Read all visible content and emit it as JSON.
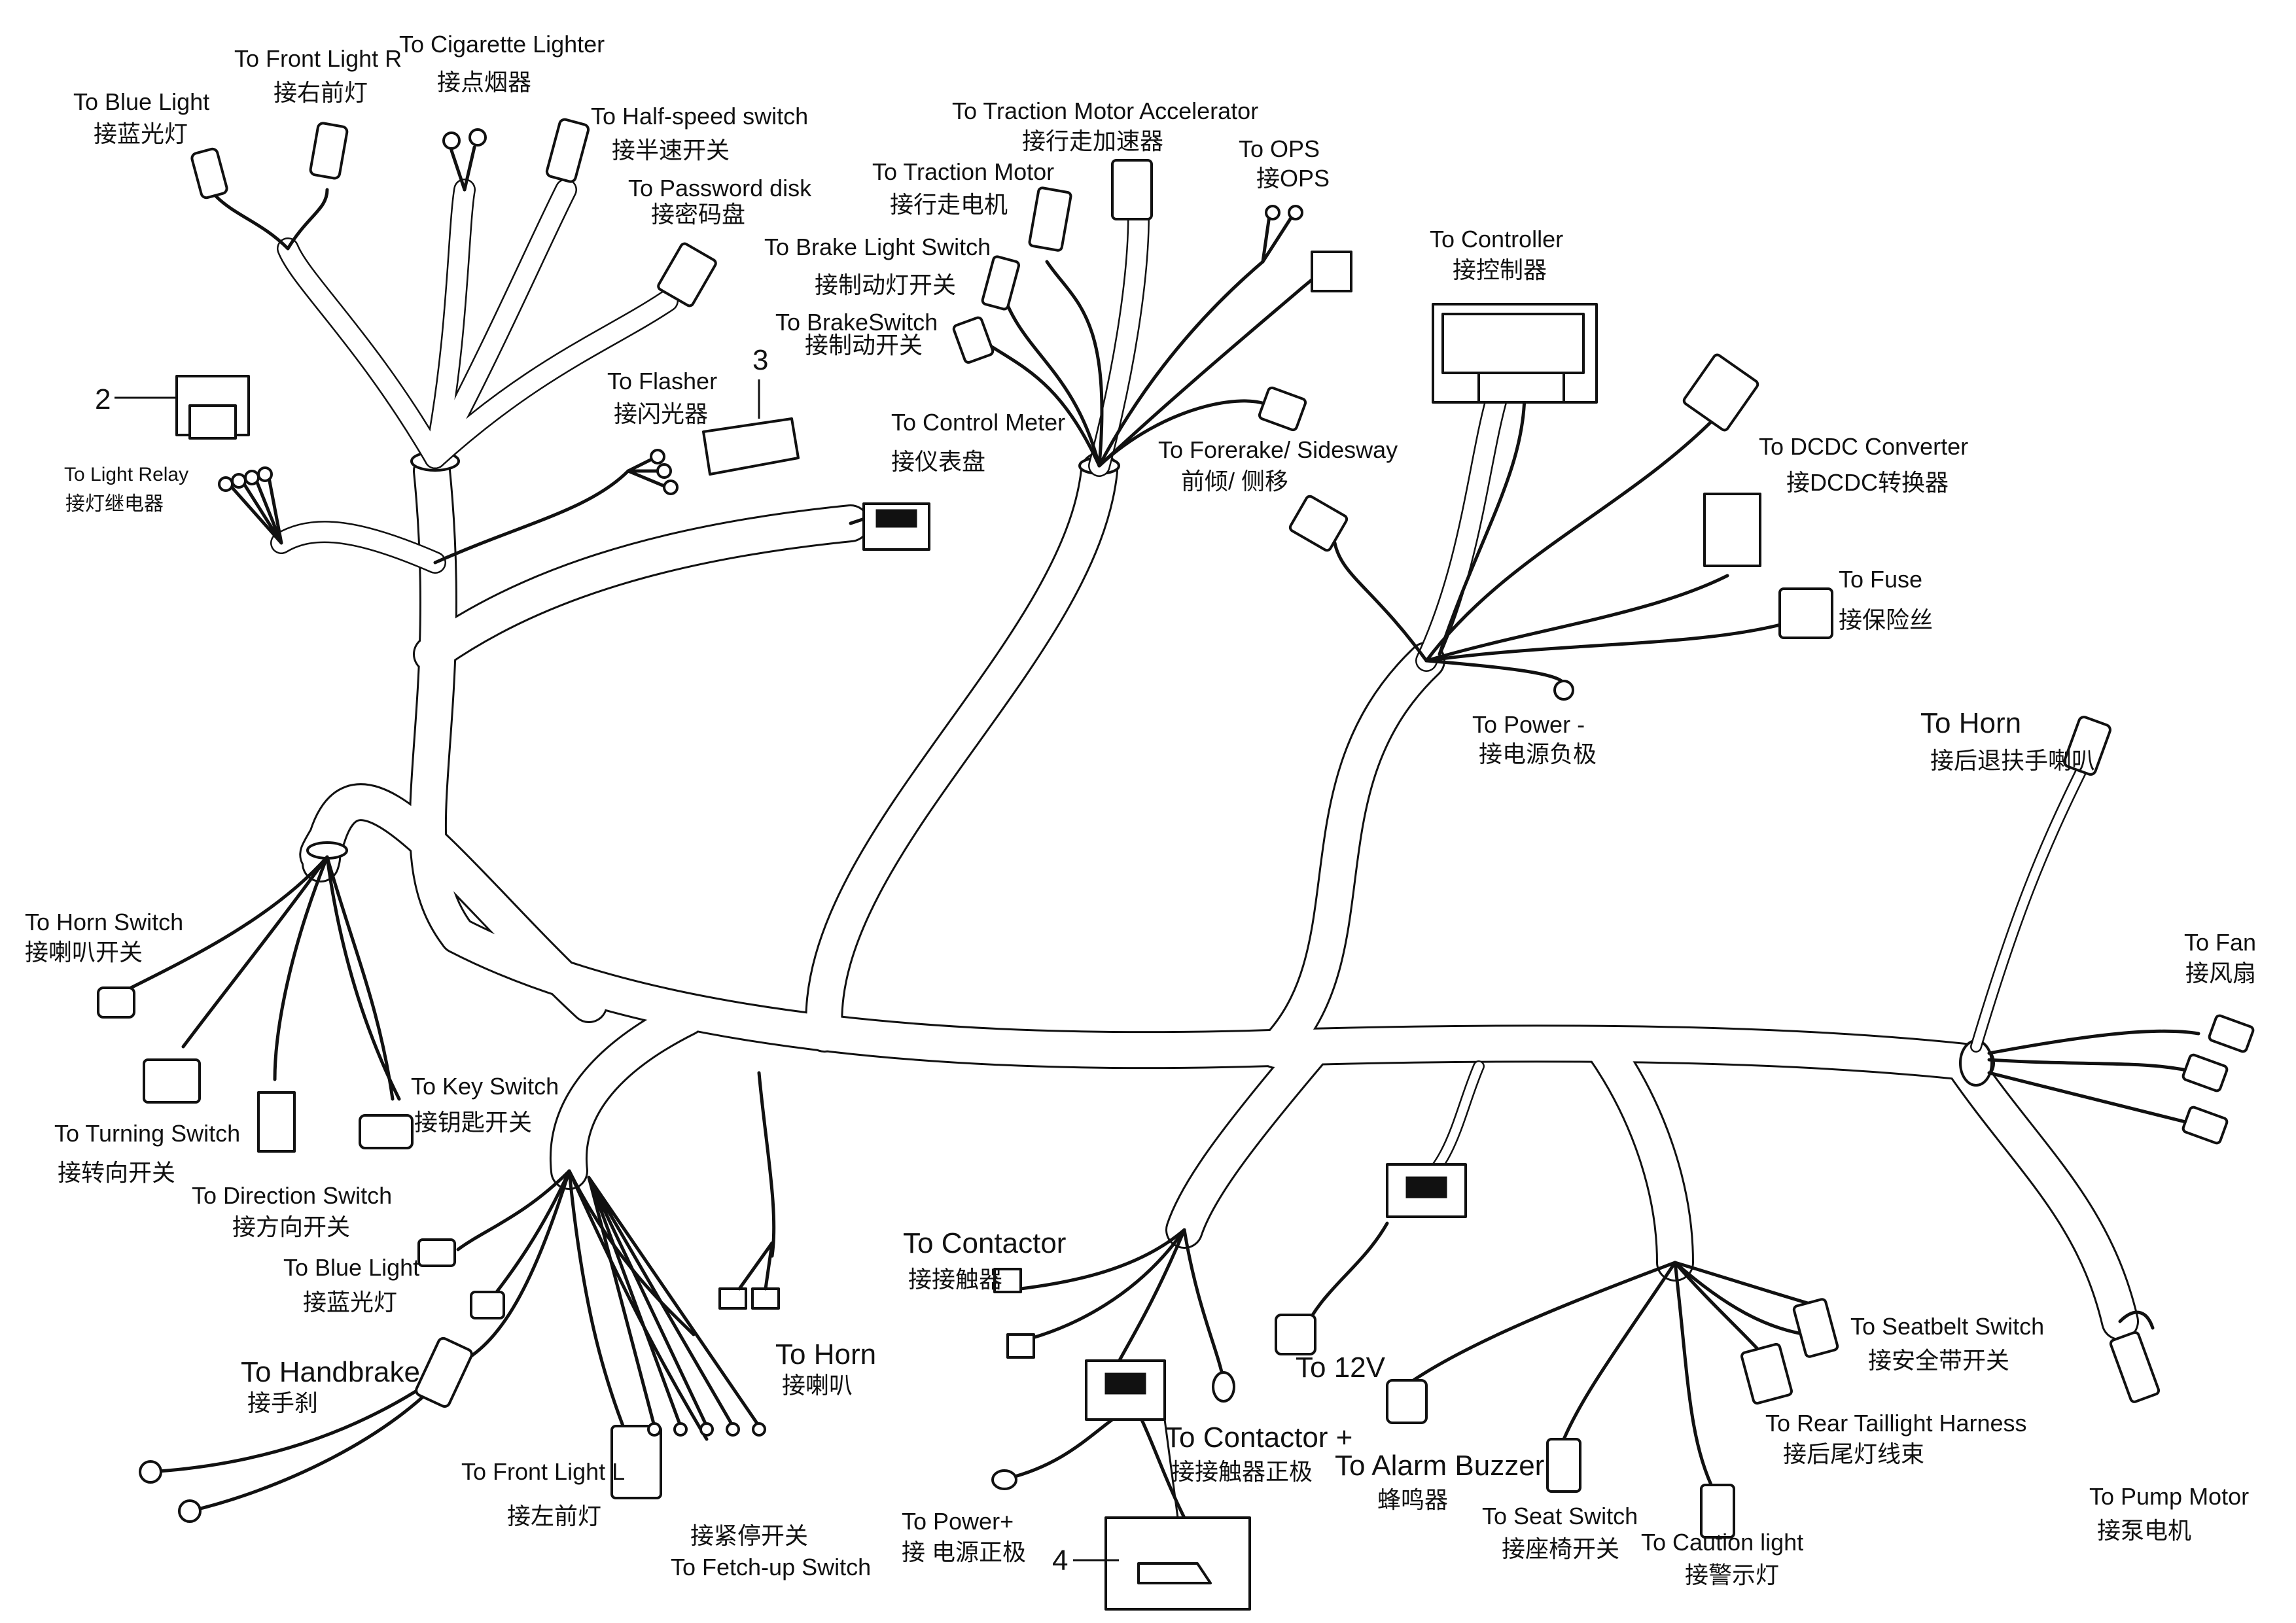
{
  "labels": {
    "blue_light_top": {
      "en": "To Blue Light",
      "cn": "接蓝光灯"
    },
    "front_light_r": {
      "en": "To Front Light R",
      "cn": "接右前灯"
    },
    "cigarette_lighter": {
      "en": "To Cigarette Lighter",
      "cn": "接点烟器"
    },
    "half_speed_switch": {
      "en": "To Half-speed switch",
      "cn": "接半速开关"
    },
    "password_disk": {
      "en": "To Password disk",
      "cn": "接密码盘"
    },
    "light_relay": {
      "en": "To Light Relay",
      "cn": "接灯继电器"
    },
    "flasher": {
      "en": "To Flasher",
      "cn": "接闪光器"
    },
    "control_meter": {
      "en": "To Control Meter",
      "cn": "接仪表盘"
    },
    "brake_light_switch": {
      "en": "To Brake Light Switch",
      "cn": "接制动灯开关"
    },
    "brake_switch": {
      "en": "To BrakeSwitch",
      "cn": "接制动开关"
    },
    "traction_motor": {
      "en": "To Traction Motor",
      "cn": "接行走电机"
    },
    "traction_accelerator": {
      "en": "To Traction Motor Accelerator",
      "cn": "接行走加速器"
    },
    "ops": {
      "en": "To OPS",
      "cn": "接OPS"
    },
    "forerake": {
      "en": "To  Forerake/ Sidesway",
      "cn": "前倾/ 侧移"
    },
    "controller": {
      "en": "To  Controller",
      "cn": "接控制器"
    },
    "dcdc": {
      "en": "To DCDC Converter",
      "cn": "接DCDC转换器"
    },
    "fuse": {
      "en": "To Fuse",
      "cn": "接保险丝"
    },
    "power_neg": {
      "en": "To Power -",
      "cn": "接电源负极"
    },
    "horn_right": {
      "en": "To Horn",
      "cn": "接后退扶手喇叭"
    },
    "fan": {
      "en": "To Fan",
      "cn": "接风扇"
    },
    "horn_switch": {
      "en": "To Horn Switch",
      "cn": "接喇叭开关"
    },
    "turning_switch": {
      "en": "To Turning Switch",
      "cn": "接转向开关"
    },
    "direction_switch": {
      "en": "To Direction Switch",
      "cn": "接方向开关"
    },
    "key_switch": {
      "en": "To Key Switch",
      "cn": "接钥匙开关"
    },
    "blue_light_bottom": {
      "en": "To Blue Light",
      "cn": "接蓝光灯"
    },
    "handbrake": {
      "en": "To Handbrake",
      "cn": "接手刹"
    },
    "front_light_l": {
      "en": "To Front Light L",
      "cn": "接左前灯"
    },
    "fetch_up": {
      "en": "To Fetch-up Switch",
      "cn": "接紧停开关"
    },
    "horn_bottom": {
      "en": "To Horn",
      "cn": "接喇叭"
    },
    "contactor": {
      "en": "To  Contactor",
      "cn": "接接触器"
    },
    "contactor_plus": {
      "en": "To  Contactor +",
      "cn": "接接触器正极"
    },
    "power_plus": {
      "en": "To Power+",
      "cn": "接  电源正极"
    },
    "to_12v": {
      "en": "To  12V"
    },
    "alarm_buzzer": {
      "en": "To Alarm Buzzer",
      "cn": "蜂鸣器"
    },
    "seat_switch": {
      "en": "To Seat Switch",
      "cn": "接座椅开关"
    },
    "caution_light": {
      "en": "To Caution light",
      "cn": "接警示灯"
    },
    "rear_taillight": {
      "en": "To Rear Taillight Harness",
      "cn": "接后尾灯线束"
    },
    "seatbelt_switch": {
      "en": "To Seatbelt Switch",
      "cn": "接安全带开关"
    },
    "pump_motor": {
      "en": "To Pump Motor",
      "cn": "接泵电机"
    }
  },
  "callouts": {
    "c2": "2",
    "c3": "3",
    "c4": "4"
  }
}
